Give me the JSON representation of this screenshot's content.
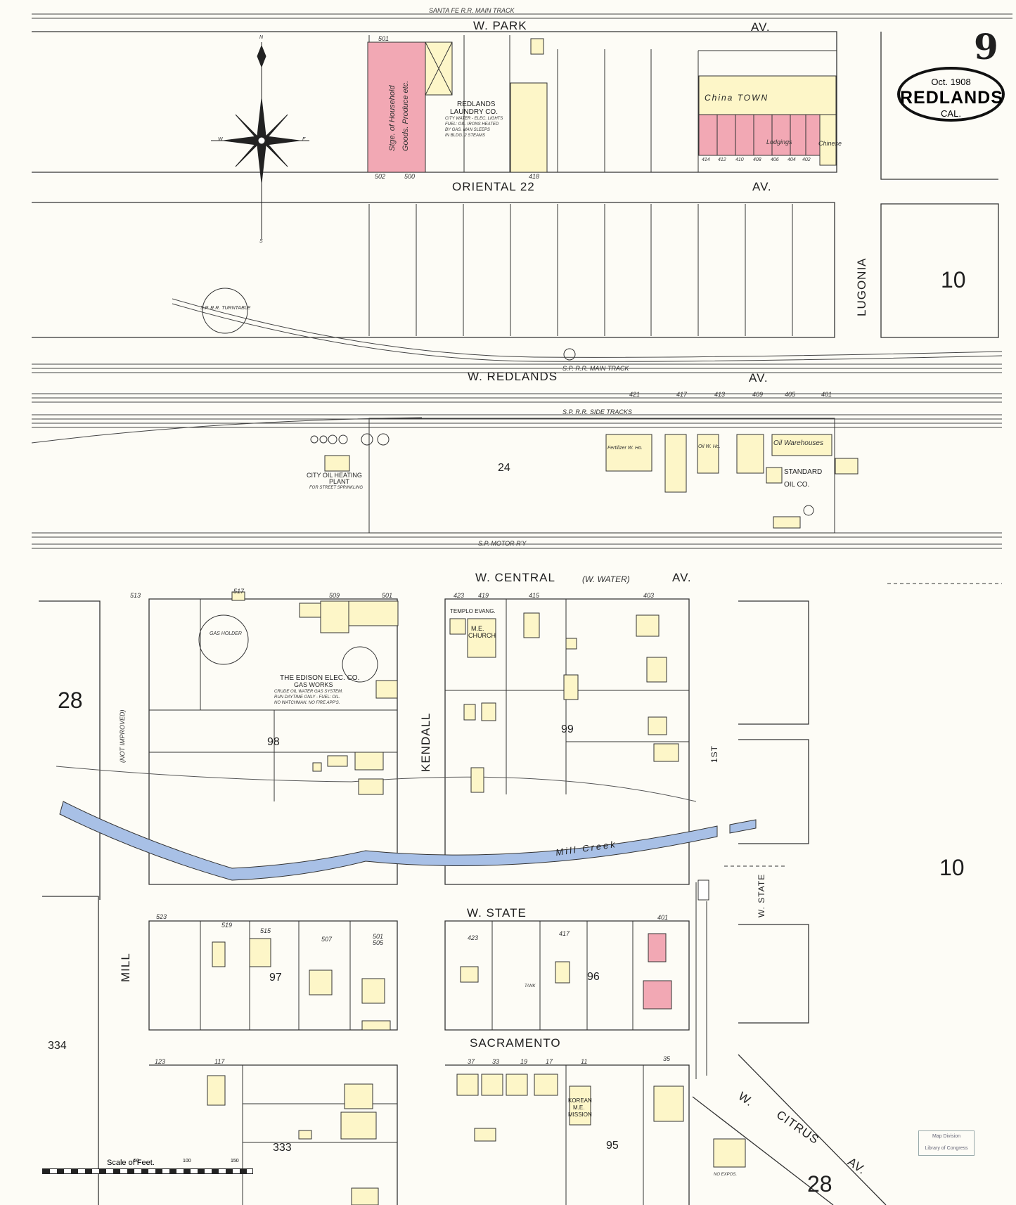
{
  "sheet": {
    "number": "9",
    "date": "Oct. 1908",
    "city": "REDLANDS",
    "state": "CAL."
  },
  "streets": {
    "w_park": "W. PARK",
    "park_av": "AV.",
    "oriental": "ORIENTAL 22",
    "oriental_av": "AV.",
    "w_redlands": "W. REDLANDS",
    "redlands_av": "AV.",
    "w_central": "W. CENTRAL",
    "central_note": "(W. WATER)",
    "central_av": "AV.",
    "w_state": "W. STATE",
    "w_state_vertical": "W. STATE",
    "sacramento": "SACRAMENTO",
    "w_citrus": "W.",
    "citrus": "CITRUS",
    "citrus_av": "AV.",
    "lugonia": "LUGONIA",
    "kendall": "KENDALL",
    "mill": "MILL",
    "first": "1ST",
    "not_improved": "(NOT IMPROVED)"
  },
  "railroads": {
    "santa_fe": "SANTA FE R.R. MAIN TRACK",
    "sp_main": "S.P. R.R. MAIN TRACK",
    "sp_side": "S.P. R.R. SIDE TRACKS",
    "sp_motor": "S.P. MOTOR R'Y",
    "turntable": "S.P. R.R. TURNTABLE"
  },
  "block_numbers": [
    "24",
    "98",
    "99",
    "97",
    "96",
    "95",
    "333",
    "334"
  ],
  "adjacent_sheets": [
    "10",
    "10",
    "28",
    "28"
  ],
  "waterway": "Mill Creek",
  "buildings": {
    "laundry": [
      "REDLANDS",
      "LAUNDRY CO."
    ],
    "laundry_note": [
      "CITY WATER - ELEC. LIGHTS",
      "FUEL: OIL. IRONS HEATED",
      "BY GAS. MAN SLEEPS",
      "IN BLDG. 2 STEAMS"
    ],
    "warehouse": [
      "Stge. of Household",
      "Goods. Produce etc."
    ],
    "chinatown": "China TOWN",
    "chinese": "Chinese",
    "lodgings": "Lodgings",
    "city_oil": [
      "CITY OIL HEATING",
      "PLANT",
      "FOR STREET SPRINKLING"
    ],
    "fertilizer": "Fertilizer W. Ho.",
    "oil_wh": "Oil W. Ho.",
    "oil_warehouses": "Oil Warehouses",
    "standard_oil": [
      "STANDARD",
      "OIL CO."
    ],
    "gas_holder": "GAS HOLDER",
    "edison": [
      "THE EDISON ELEC. CO.",
      "GAS WORKS"
    ],
    "edison_note": [
      "CRUDE OIL WATER GAS SYSTEM.",
      "RUN DAYTIME ONLY - FUEL: OIL.",
      "NO WATCHMAN. NO FIRE APP'S."
    ],
    "church": [
      "TEMPLO EVANG.",
      "M.E.",
      "CHURCH"
    ],
    "mission": [
      "KOREAN",
      "M.E.",
      "MISSION"
    ],
    "tank": "TANK",
    "no_exposure": "NO EXPOS."
  },
  "addresses": [
    "501",
    "502",
    "500",
    "418",
    "414",
    "412",
    "410",
    "408",
    "406",
    "404",
    "402",
    "421",
    "417",
    "413",
    "409",
    "405",
    "401",
    "513",
    "517",
    "509",
    "501",
    "423",
    "419",
    "415",
    "403",
    "523",
    "519",
    "515",
    "507",
    "501",
    "505",
    "423",
    "417",
    "401",
    "117",
    "123",
    "37",
    "33",
    "19",
    "17",
    "11",
    "35"
  ],
  "scale": {
    "title": "Scale of Feet.",
    "ticks": [
      "50",
      "100",
      "150"
    ]
  },
  "library_stamp": [
    "Map Division",
    "Library of Congress"
  ],
  "compass": {
    "n": "N",
    "s": "S",
    "e": "E",
    "w": "W"
  },
  "colors": {
    "frame": "#fdf6c8",
    "brick": "#f2a8b4",
    "creek": "#a8c0e6",
    "ink": "#222222"
  }
}
